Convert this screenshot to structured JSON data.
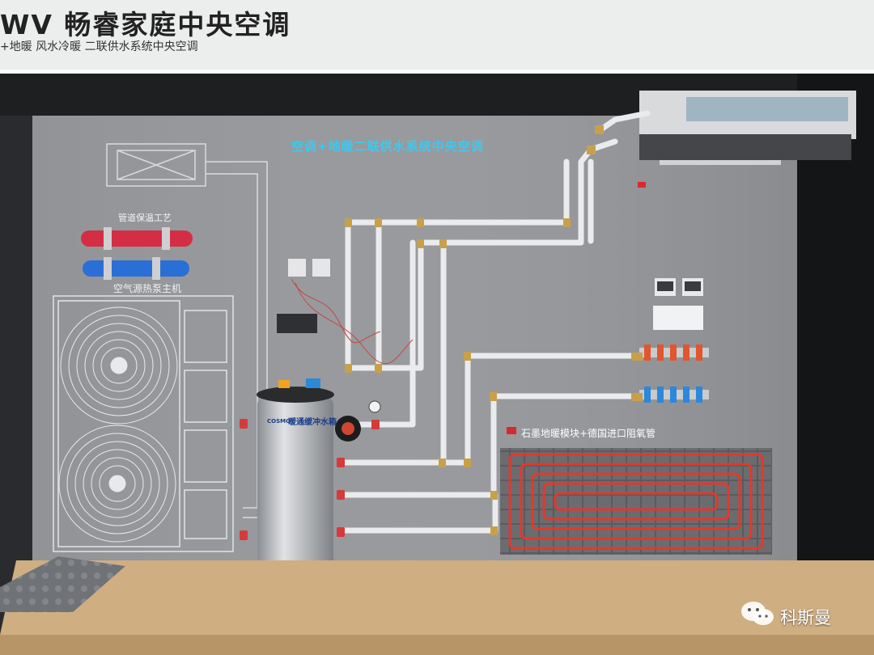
{
  "header": {
    "title": "WV 畅睿家庭中央空调",
    "subtitle": "+地暖 风水冷暖 二联供水系统中央空调"
  },
  "board": {
    "diagram_title": "空调+地暖二联供水系统中央空调",
    "pipe_insulation_label": "管道保温工艺",
    "heat_pump_label": "空气源热泵主机"
  },
  "tank": {
    "brand": "COSMO",
    "name": "暖通缓冲水箱"
  },
  "floor_module": {
    "label": "石墨地暖模块+德国进口阻氧管"
  },
  "watermark": {
    "text": "科斯曼",
    "icon": "wechat-icon"
  },
  "colors": {
    "wall": "#4a4b4f",
    "panel": "#97999d",
    "pipe": "#e9ebed",
    "brass": "#c9a04a",
    "heating_coil": "#e2392b",
    "insulation_red": "#d42e45",
    "insulation_blue": "#2a6fd6",
    "floor_wood": "#cfae82",
    "accent_cyan": "#3ec8ee"
  }
}
